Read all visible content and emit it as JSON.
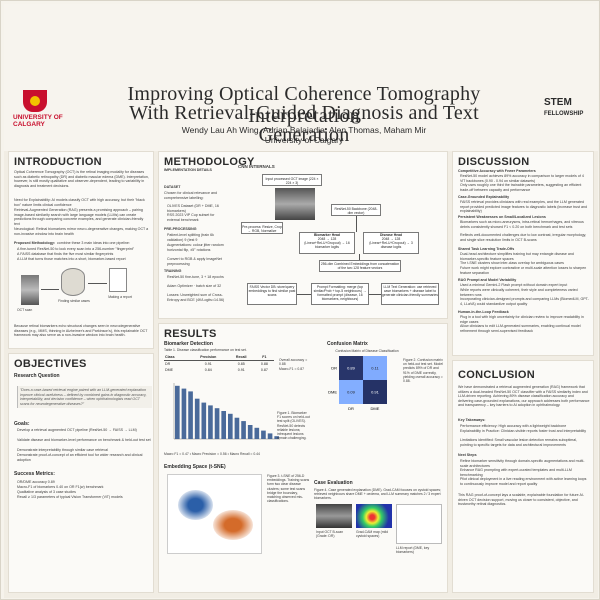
{
  "header": {
    "title_line1": "Improving Optical Coherence Tomography Interpretation",
    "title_line2": "With Retrieval-Guided Diagnosis and Text Generation",
    "authors": "Wendy Lau Ah Wing, Adrian Balajadia, Alen Thomas, Maham Mir",
    "affiliation": "University of Calgary",
    "left_logo_text": "UNIVERSITY OF CALGARY",
    "right_logo_text": "STEM",
    "right_logo_sub": "FELLOWSHIP"
  },
  "introduction": {
    "title": "INTRODUCTION",
    "intro_text": "Optical Coherence Tomography (OCT) is the retinal imaging modality for diseases such as diabetic retinopathy (DR) and diabetic macular edema (DME). Interpretation, however, is still mostly qualitative and observer-dependent, leading to variability in diagnosis and treatment decisions.",
    "bullets": [
      "Need for Explainability: AI models classify OCT with high accuracy, but their \"black box\" nature limits clinical confidence",
      "Retrieval-Augmented Generation (RAG) presents a promising approach – pairing image-based similarity search with large language models (LLMs) can create predictions through comparing concrete examples, and generate clinician-friendly text",
      "Neurological: Retinal biomarkers mirror neuro-degenerative changes, making OCT a non-invasive window into brain health"
    ],
    "method_heading": "Proposed Methodology:",
    "method_text": "combine these 3 main ideas into one pipeline:",
    "method_items": [
      "A fine-tuned ResNet-50 to look every scan into a 256-number \"fingerprint\"",
      "A FAISS database that finds the five most similar fingerprints",
      "A LLM that turns those matches into a short, biomarker-based report"
    ],
    "fig_labels": [
      "OCT scan",
      "Finding similar cases",
      "Making a report"
    ],
    "footer_text": "Because retinal biomarkers echo structural changes seen in neurodegenerative diseases (e.g., MMS, thinning in Alzheimer's and Parkinson's), this explainable OCT framework may also serve as a non-invasive window into brain health."
  },
  "objectives": {
    "title": "OBJECTIVES",
    "rq_heading": "Research Question",
    "rq_quote": "\"Does a case-based retrieval engine paired with an LLM-generated explanation improve clinical usefulness – defined by combined gains in diagnostic accuracy, interpretability, and decision confidence – when ophthalmologists read OCT scans for neurodegenerative diseases?\"",
    "goals_heading": "Goals:",
    "goals": [
      "Develop a retrieval augmented OCT pipeline (ResNet-50 → FAISS → LLM)",
      "Validate disease and biomarker-level performance on benchmark & held-out test set",
      "Demonstrate interpretability through similar case retrieval",
      "Demonstrate proof-of-concept of an efficient tool for wider research and clinical adoption"
    ],
    "metrics_heading": "Success Metrics:",
    "metrics": [
      "OR/DME accuracy 0.89",
      "Macro-F1 of biomarkers 0.40 on OR F1(w) benchmark",
      "Qualitative analysis of 3 case studies",
      "Recall ≥ 1/3 parameters of typical Vision Transformer (ViT) models"
    ]
  },
  "methodology": {
    "title": "METHODOLOGY",
    "impl_title": "IMPLEMENTATION DETAILS",
    "dataset_heading": "DATASET",
    "dataset_text": "Chosen for clinical relevance and comprehensive labelling:",
    "dataset_items": [
      "OLIVES Dataset (DR + DME, 16 biomarkers)",
      "RSS 2023 VIP Cup subset for external benchmark"
    ],
    "preproc_heading": "PRE-PROCESSING",
    "preproc_items": [
      "Patient-level splitting (train 6k validation) 9 (test 9",
      "Augmentations: colour jitter random horizontal flip, ±5° rotations",
      "Convert to RGB & apply ImageNet preprocessing"
    ],
    "training_heading": "TRAINING",
    "training_items": [
      "ResNet-50 fine-tune, 3 + 18 epochs",
      "Adam Optimizer · batch size of 32",
      "Losses: Unweighted sum of Cross-Entropy and BCE  (4K/Logits=14.56)"
    ],
    "cnn_title": "CNN INTERNALS",
    "diagram": {
      "input": "Input processed OCT image (224 × 224 × 3)",
      "preprocess": "Pre-process: Resize, Crop → RGB, Normalize",
      "backbone": "ResNet-50 Backbone (2048-dim vector)",
      "bio_head": "Biomarker Head",
      "bio_detail": "2048 → 128 (Linear+ReLU+Dropout) → 16 biomarker logits",
      "dis_head": "Disease Head",
      "dis_detail": "2048 → 128 (Linear+ReLU+Dropout) → 3 disease logits",
      "embedding": "256-dim Combined Embeddings from concatenation of the two 128 feature vectors",
      "faiss": "FAISS Vector DB: store/query embeddings to find similar past scans",
      "prompt": "Prompt Formatting: merge (top similar/Prob + top-5 neighbours) → formatted prompt (disease, 16 biomarkers, neighbours)",
      "llm": "LLM Text Generation: use retrieved case biomarkers + disease label to generate clinician-friendly summaries"
    }
  },
  "results": {
    "title": "RESULTS",
    "biomarker_heading": "Biomarker Detection",
    "table_caption": "Table 1. Disease classification performance on test set.",
    "table_headers": [
      "Class",
      "Precision",
      "Recall",
      "F1"
    ],
    "table_rows": [
      [
        "DR",
        "0.91",
        "0.85",
        "0.88"
      ],
      [
        "DME",
        "0.84",
        "0.91",
        "0.87"
      ]
    ],
    "table_summary": [
      "Overall accuracy = 0.88",
      "Macro-F1 = 0.87"
    ],
    "bar_caption": "Figure 1. Biomarker F1 scores on held-out test split (OLIVES). ResNet-50 detects reliable lesions; infrequent lesions remain challenging.",
    "bar_footer": "Macro F1 = 0.47  •  Macro Precision = 0.56  •  Macro Recall = 0.44",
    "cm_heading": "Confusion Matrix",
    "cm_subtitle": "Confusion Matrix of Disease Classification",
    "cm_caption": "Figure 2. Confusion matrix on held-out test set. Model predicts 89% of DR and 91% of DME correctly, yielding overall accuracy ≈ 0.88.",
    "tsne_heading": "Embedding Space (t-SNE)",
    "tsne_caption": "Figure 3. t-SNE of 256-D embeddings. Training scans form two clear disease clusters; some test scans bridge the boundary, matching observed mis-classifications.",
    "case_heading": "Case Evaluation",
    "case_caption": "Figure 4. Case generated explanation (DME). Grad-CAM focuses on cystoid spaces; retrieved neighbours share DME + oedema, and LLM summary matches 2 / 3 expert biomarkers.",
    "case_labels": [
      "Input OCT B-scan (Grade: DR)",
      "Grad-CAM map (mild cystoid spaces)",
      "LLM report (DME, key biomarkers)"
    ]
  },
  "discussion": {
    "title": "DISCUSSION",
    "sections": [
      {
        "heading": "Competitive Accuracy with Fewer Parameters",
        "items": [
          "ResNet-50 model achieves 89% accuracy in comparison to larger models of 4 ViT backbones (0.90 - 0.94 on similar datasets)",
          "Only uses roughly one third the trainable parameters, suggesting an efficient trade-off between capacity and performance"
        ]
      },
      {
        "heading": "Case-Grounded Explainability",
        "items": [
          "FAISS retrieval provides clinicians with real examples, and the LLM generated report provided predicted image features to diagnostic labels (increase trust and explainability)"
        ]
      },
      {
        "heading": "Persistent Weaknesses on Small/Localized Lesions",
        "items": [
          "Biomarkers such as micro-aneurysms, intra-retinal hemorrhages, and vitreous debris consistently showed F1 < 0.20 on both benchmark and test sets",
          "Reflects well-documented challenges due to low contrast, irregular morphology, and single slice resolution limits in OCT B-scans"
        ]
      },
      {
        "heading": "Shared Task Learning Trade-Offs",
        "items": [
          "Dual-head architecture simplifies training but may entangle disease and biomarker-specific feature spaces",
          "The t-SNE clusters show inter-class overlap for ambiguous cases",
          "Future work might explore contrastive or multi-scale attention losses to sharpen feature separation"
        ]
      },
      {
        "heading": "RAG Prompt and Model Variability",
        "items": [
          "Used a minimal Gemini-2 Flash prompt without domain expert input",
          "While reports were clinically coherent, their style and completeness varied between runs",
          "Incorporating clinician-designed prompts and comparing LLMs (BiomedLM, GPT-4, LLaVA) could standardize output quality"
        ]
      },
      {
        "heading": "Human-in-the-Loop Feedback",
        "items": [
          "Plug in a tool with high uncertainty for clinician review to improve readability in edge cases",
          "Allow clinicians to edit LLM-generated summaries, enabling continual model refinement through semi-supervised feedback"
        ]
      }
    ]
  },
  "conclusion": {
    "title": "CONCLUSION",
    "text": "We have demonstrated a retrieval augmented generation (RAG) framework that utilizes a dual-headed ResNet-50 OCT classifier with a FAISS similarity index and LLM-driven reporting. Achieving 89% disease classification accuracy and delivering case-grounded explanations, our approach addresses both performance and transparency – key barriers to AI adoption in ophthalmology.",
    "takeaways_heading": "Key Takeaways:",
    "takeaways": [
      "Performance efficiency: High accuracy with a lightweight backbone",
      "Explainability in Practice: Clinician-visible reports foster trust and interpretability",
      "Limitations identified: Small vascular lesion detection remains suboptimal, pointing to specific targets for data and architectural improvements"
    ],
    "next_heading": "Next Steps",
    "next_steps": [
      "Refine biomarker sensitivity through domain-specific augmentations and multi-scale architectures",
      "Enhance RAG prompting with expert-curated templates and multi-LLM benchmarking",
      "Pilot clinical deployment in a live reading environment with active learning loops to continuously improve model and report quality"
    ],
    "closing": "This RAG proof-of-concept lays a scalable, explainable foundation for future AI-driven OCT decision support, moving us closer to consistent, objective, and trustworthy retinal diagnostics."
  },
  "chart_data": [
    {
      "type": "bar",
      "title": "",
      "categories": [
        "B1",
        "B2",
        "B3",
        "B4",
        "B5",
        "B6",
        "B7",
        "B8",
        "B9",
        "B10",
        "B11",
        "B12",
        "B13",
        "B14",
        "B15",
        "B16"
      ],
      "values": [
        0.95,
        0.9,
        0.85,
        0.72,
        0.65,
        0.6,
        0.55,
        0.5,
        0.45,
        0.38,
        0.32,
        0.25,
        0.2,
        0.15,
        0.1,
        0.05
      ],
      "ylim": [
        0,
        1
      ],
      "color": "#4a6a9a"
    },
    {
      "type": "heatmap",
      "title": "Confusion Matrix of Disease Classification",
      "x_labels": [
        "DR",
        "DME"
      ],
      "y_labels": [
        "DR",
        "DME"
      ],
      "values": [
        [
          0.89,
          0.11
        ],
        [
          0.09,
          0.91
        ]
      ]
    }
  ]
}
